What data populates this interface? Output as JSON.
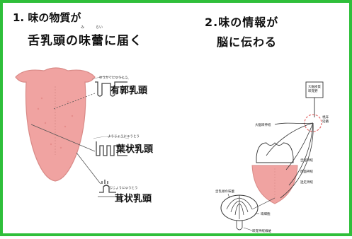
{
  "panel1": {
    "title_line1": "1. 味の物質が",
    "title_line2": "舌乳頭の味蕾に届く",
    "ruby_mi": "み",
    "ruby_rai": "らい",
    "papillae": [
      {
        "ruby": "ゆうかくにゅうとう",
        "name": "有郭乳頭"
      },
      {
        "ruby": "ようじょうにゅうとう",
        "name": "葉状乳頭"
      },
      {
        "ruby": "じじょうにゅうとう",
        "name": "茸状乳頭"
      }
    ]
  },
  "panel2": {
    "title_line1": "2.味の情報が",
    "title_line2": "脳に伝わる",
    "brain_box": "大脳皮質 味覚野",
    "labels": {
      "thalamus": "視床 延髄",
      "nerve_a": "大脳味神経",
      "nerve_b": "舌咽神経",
      "nerve_c": "顔面神経",
      "nerve_d": "迷走神経",
      "taste_bud": "舌乳頭の味蕾",
      "taste_cell": "味細胞",
      "taste_nerve": "味覚神経線維"
    }
  },
  "colors": {
    "border": "#2fbf3a",
    "tongue": "#f0a3a1",
    "tongue_edge": "#d98a87",
    "dashed_circle": "#e46b6b"
  }
}
